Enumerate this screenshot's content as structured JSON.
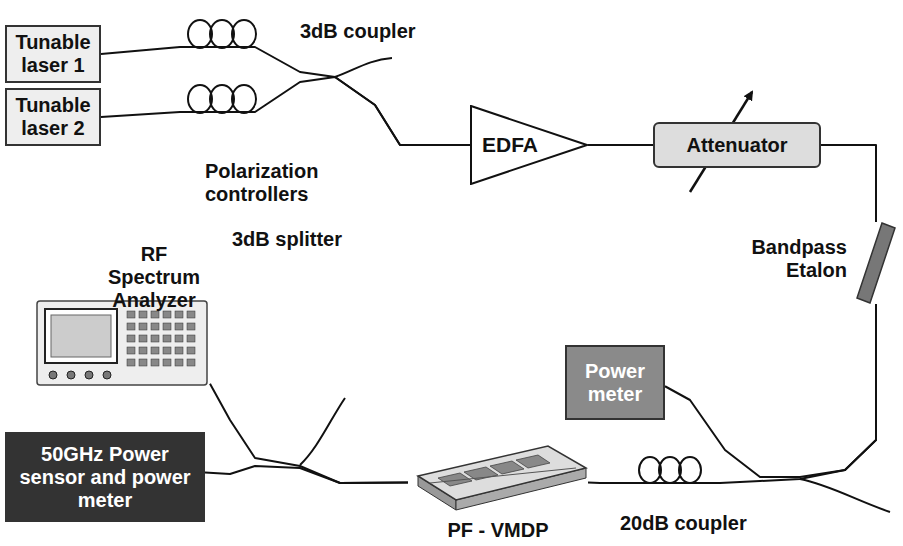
{
  "diagram": {
    "nodes": [
      {
        "text": [
          "Tunable laser 1"
        ]
      },
      {
        "text": [
          "Tunable laser 2"
        ]
      },
      {
        "text": [
          "EDFA"
        ]
      },
      {
        "text": [
          "Attenuator"
        ]
      },
      {
        "text": [
          "RF Spectrum Analyzer"
        ]
      },
      {
        "text": [
          "Bandpass Etalon"
        ]
      },
      {
        "text": [
          "Power meter"
        ]
      },
      {
        "text": [
          "50GHz Power sensor and power meter"
        ]
      },
      {
        "text": [
          "PF - VMDP"
        ]
      }
    ],
    "edges": [
      {
        "from": 0,
        "to": 2,
        "arrow": "none"
      },
      {
        "from": 1,
        "to": 2,
        "arrow": "none"
      },
      {
        "from": 2,
        "to": 3,
        "arrow": "none"
      },
      {
        "from": 3,
        "to": 5,
        "arrow": "none"
      },
      {
        "from": 5,
        "to": 6,
        "arrow": "none"
      },
      {
        "from": 5,
        "to": 8,
        "arrow": "none"
      },
      {
        "from": 8,
        "to": 4,
        "arrow": "none"
      },
      {
        "from": 8,
        "to": 7,
        "arrow": "none"
      }
    ],
    "labels": [
      "3dB coupler",
      "Polarization controllers",
      "3dB splitter",
      "20dB coupler"
    ]
  }
}
